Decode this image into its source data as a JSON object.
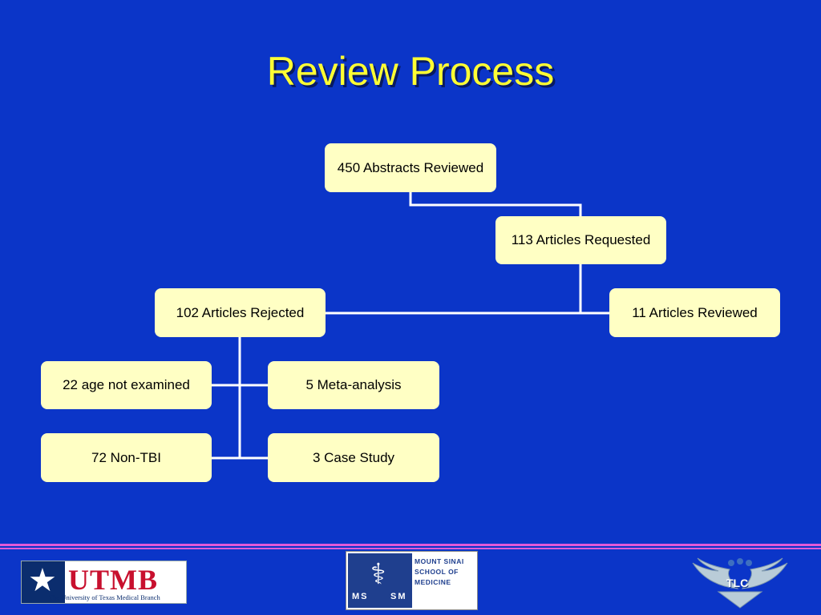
{
  "title": "Review Process",
  "nodes": {
    "abstracts": "450 Abstracts Reviewed",
    "requested": "113 Articles Requested",
    "rejected": "102 Articles Rejected",
    "reviewed": "11 Articles Reviewed",
    "age": "22 age not examined",
    "meta": "5 Meta-analysis",
    "nontbi": "72 Non-TBI",
    "case": "3 Case Study"
  },
  "logos": {
    "utmb": {
      "word": "UTMB",
      "subtitle": "The University of Texas Medical Branch"
    },
    "mssm": {
      "left": "MS",
      "right": "SM",
      "lines": [
        "MOUNT SINAI",
        "SCHOOL OF",
        "MEDICINE"
      ]
    },
    "tlc": {
      "word": "TLC"
    }
  },
  "colors": {
    "background": "#0b35c8",
    "title": "#ffff33",
    "box": "#ffffc4",
    "connector": "#ffffff",
    "rule": "#e15ad8"
  }
}
